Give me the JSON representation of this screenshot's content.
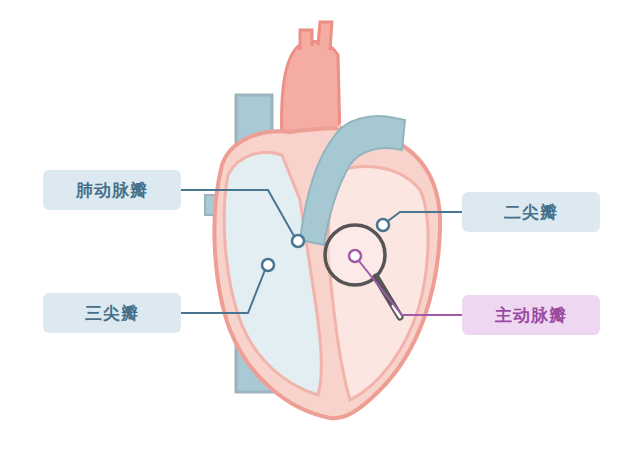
{
  "diagram": {
    "nodes": [
      {
        "text": [
          "肺动脉瓣"
        ]
      },
      {
        "text": [
          "二尖瓣"
        ]
      },
      {
        "text": [
          "三尖瓣"
        ]
      },
      {
        "text": [
          "主动脉瓣"
        ]
      }
    ]
  }
}
